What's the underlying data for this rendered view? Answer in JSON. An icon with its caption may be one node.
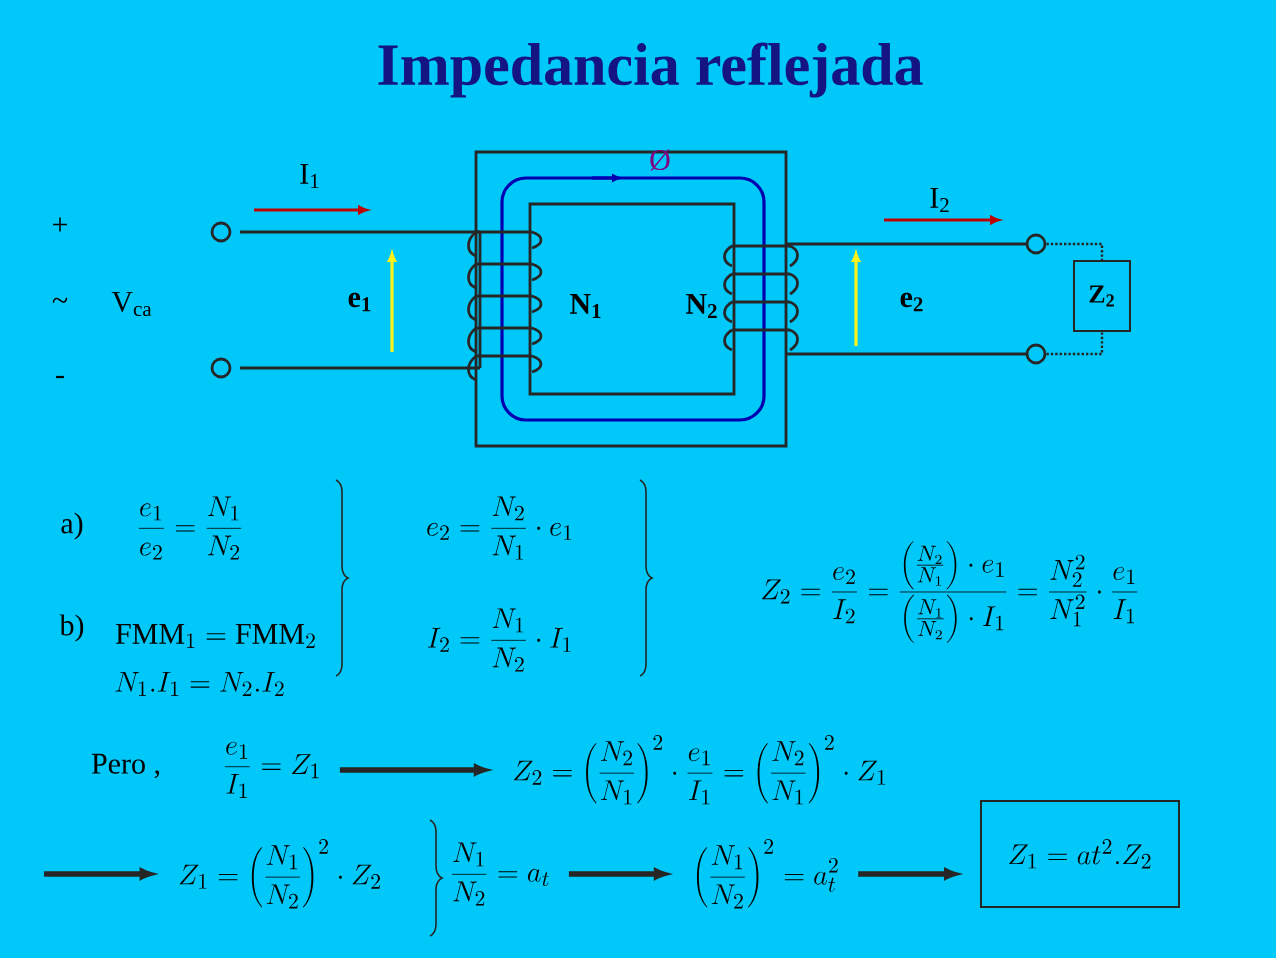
{
  "diagram": {
    "title": "Impedancia reflejada",
    "nodes": [
      {
        "text": [],
        "shape": "circle"
      },
      {
        "text": [],
        "shape": "circle"
      },
      {
        "text": [
          "Z$_{2}$"
        ]
      },
      {
        "text": [
          "\\frac{e_1}{I_1}=Z_1"
        ]
      },
      {
        "text": [
          "Z_2=\\left(\\frac{N_2}{N_1}\\right)^{2}\\cdot\\frac{e_1}{I_1}=\\left(\\frac{N_2}{N_1}\\right)^{2}\\cdot Z_1"
        ]
      },
      {
        "text": [
          "Z_1=\\left(\\frac{N_1}{N_2}\\right)^{2}\\cdot Z_2"
        ]
      },
      {
        "text": [
          "\\frac{N_1}{N_2}=a_t"
        ]
      },
      {
        "text": [
          "\\left(\\frac{N_1}{N_2}\\right)^{2}=a_t^{2}"
        ]
      },
      {
        "text": [
          "Z_1=at^{2}.Z_2"
        ]
      }
    ],
    "edges": [
      {
        "from": 0,
        "to": 2,
        "arrow": "none",
        "style": "dashed"
      },
      {
        "from": 1,
        "to": 2,
        "arrow": "none",
        "style": "dashed"
      },
      {
        "from": 3,
        "to": 4,
        "arrow": "to"
      },
      {
        "from": null,
        "to": 5,
        "arrow": "to"
      },
      {
        "from": 6,
        "to": 7,
        "arrow": "to"
      },
      {
        "from": 7,
        "to": 8,
        "arrow": "to"
      }
    ],
    "labels": [
      "I$_{1}$",
      "+",
      "~",
      "V$_{ca}$",
      "-",
      "e$_{1}$",
      "N$_{1}$",
      "Ø",
      "N$_{2}$",
      "I$_{2}$",
      "e$_{2}$",
      "a)",
      "\\frac{e_1}{e_2}=\\frac{N_1}{N_2}",
      "b)",
      "\\mathrm{FMM}_1=\\mathrm{FMM}_2",
      "N_1.I_1=N_2.I_2",
      "e_2=\\frac{N_2}{N_1}\\cdot e_1",
      "I_2=\\frac{N_1}{N_2}\\cdot I_1",
      "Z_2=\\frac{e_2}{I_2}=\\frac{\\left(\\frac{N_2}{N_1}\\right)\\cdot e_1}{\\left(\\frac{N_1}{N_2}\\right)\\cdot I_1}=\\frac{N_2^{2}}{N_1^{2}}\\cdot\\frac{e_1}{I_1}",
      "Pero ,"
    ]
  }
}
